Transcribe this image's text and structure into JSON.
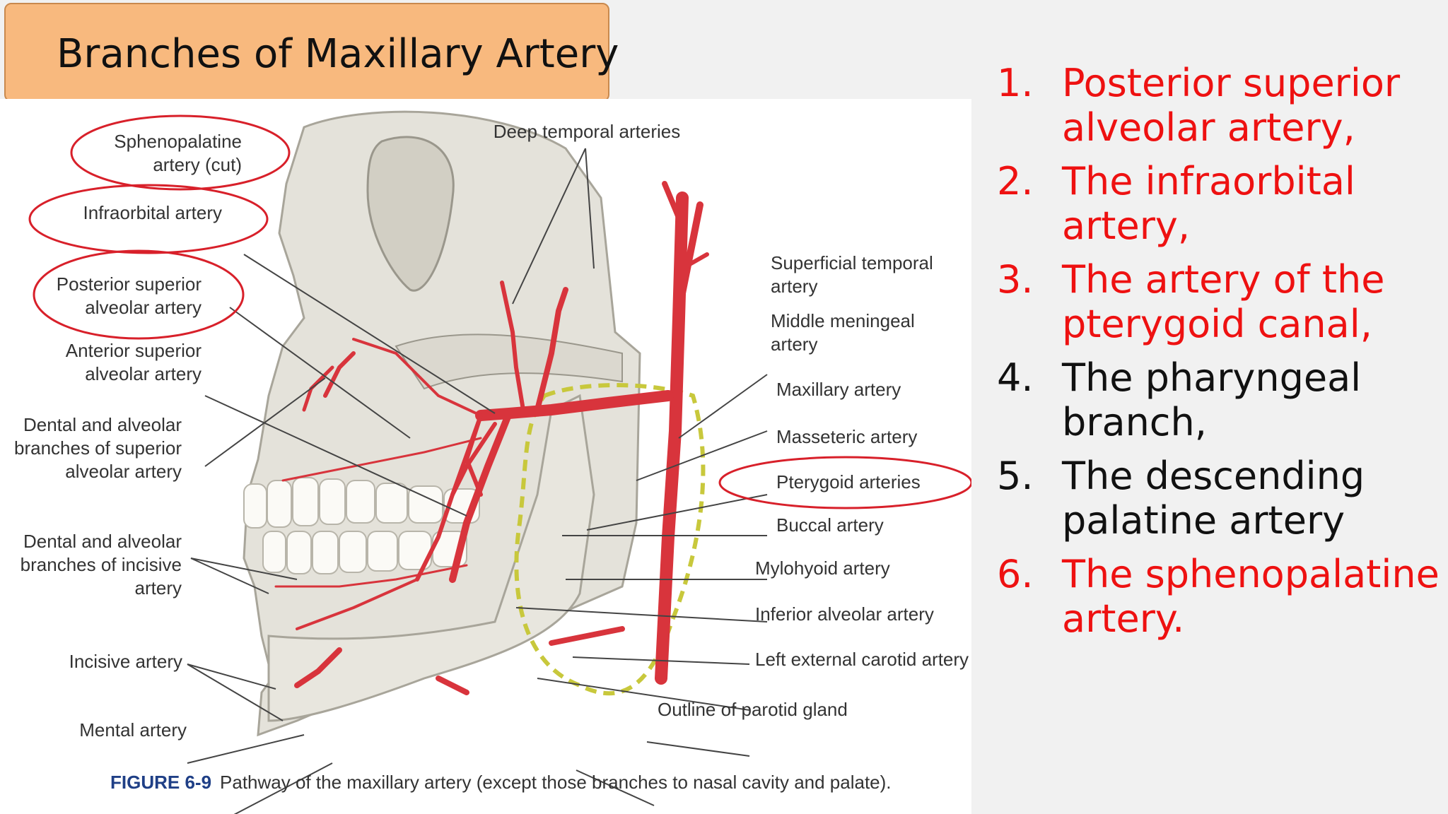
{
  "slide": {
    "title": "Branches of Maxillary Artery"
  },
  "figure": {
    "labels": {
      "sphenopalatine": [
        "Sphenopalatine",
        "artery (cut)"
      ],
      "infraorbital": [
        "Infraorbital artery"
      ],
      "post_sup_alveolar": [
        "Posterior superior",
        "alveolar artery"
      ],
      "ant_sup_alveolar": [
        "Anterior superior",
        "alveolar artery"
      ],
      "dental_superior": [
        "Dental and alveolar",
        "branches of superior",
        "alveolar artery"
      ],
      "dental_incisive": [
        "Dental and alveolar",
        "branches of incisive",
        "artery"
      ],
      "incisive": [
        "Incisive artery"
      ],
      "mental": [
        "Mental artery"
      ],
      "deep_temporal": [
        "Deep temporal arteries"
      ],
      "superficial_temporal": [
        "Superficial temporal",
        "artery"
      ],
      "middle_meningeal": [
        "Middle meningeal",
        "artery"
      ],
      "maxillary": [
        "Maxillary artery"
      ],
      "masseteric": [
        "Masseteric artery"
      ],
      "pterygoid": [
        "Pterygoid arteries"
      ],
      "buccal": [
        "Buccal artery"
      ],
      "mylohyoid": [
        "Mylohyoid artery"
      ],
      "inferior_alveolar": [
        "Inferior alveolar artery"
      ],
      "left_external_carotid": [
        "Left external carotid artery"
      ],
      "parotid_outline": [
        "Outline of parotid gland"
      ]
    },
    "caption": {
      "figure_number": "FIGURE 6-9",
      "text": "Pathway of the maxillary artery (except those branches to nasal cavity and palate)."
    }
  },
  "branch_list": [
    {
      "num": "1.",
      "lines": [
        "Posterior superior",
        "alveolar artery,"
      ],
      "color": "#ee1111"
    },
    {
      "num": "2.",
      "lines": [
        "The infraorbital",
        "artery,"
      ],
      "color": "#ee1111"
    },
    {
      "num": "3.",
      "lines": [
        "The artery of the",
        "pterygoid canal,"
      ],
      "color": "#ee1111"
    },
    {
      "num": "4.",
      "lines": [
        "The pharyngeal",
        "branch,"
      ],
      "color": "#111111"
    },
    {
      "num": "5.",
      "lines": [
        "The descending",
        "palatine artery"
      ],
      "color": "#111111"
    },
    {
      "num": "6.",
      "lines": [
        "The sphenopalatine",
        "artery."
      ],
      "color": "#ee1111"
    }
  ],
  "colors": {
    "title_bg": "#f8b97e",
    "highlight_red": "#ee1111",
    "artery_red": "#d8343c",
    "parotid_outline": "#c8c83c",
    "caption_blue": "#1f3f86"
  }
}
